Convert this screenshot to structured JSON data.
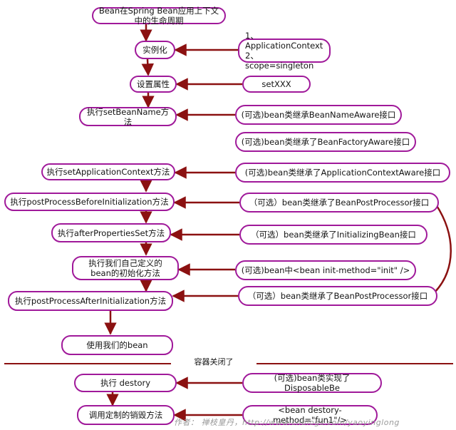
{
  "title": "Bean在Spring Bean应用上下文中的生命周期",
  "left_steps": [
    {
      "id": "instantiate",
      "label": "实例化"
    },
    {
      "id": "set-properties",
      "label": "设置属性"
    },
    {
      "id": "set-bean-name",
      "label": "执行setBeanName方法"
    },
    {
      "id": "set-application-context",
      "label": "执行setApplicationContext方法"
    },
    {
      "id": "post-process-before",
      "label": "执行postProcessBeforeInitialization方法"
    },
    {
      "id": "after-properties-set",
      "label": "执行afterPropertiesSet方法"
    },
    {
      "id": "custom-init",
      "label": "执行我们自己定义的\nbean的初始化方法"
    },
    {
      "id": "post-process-after",
      "label": "执行postProcessAfterInitialization方法"
    },
    {
      "id": "use-bean",
      "label": "使用我们的bean"
    },
    {
      "id": "destroy",
      "label": "执行 destory"
    },
    {
      "id": "custom-destroy",
      "label": "调用定制的销毁方法"
    }
  ],
  "right_notes": [
    {
      "id": "application-context",
      "label": "1、ApplicationContext\n2、scope=singleton"
    },
    {
      "id": "set-xxx",
      "label": "setXXX"
    },
    {
      "id": "bean-name-aware",
      "label": "(可选)bean类继承BeanNameAware接口"
    },
    {
      "id": "bean-factory-aware",
      "label": "(可选)bean类继承了BeanFactoryAware接口"
    },
    {
      "id": "application-context-aware",
      "label": "(可选)bean类继承了ApplicationContextAware接口"
    },
    {
      "id": "bean-post-processor-1",
      "label": "（可选）bean类继承了BeanPostProcessor接口"
    },
    {
      "id": "initializing-bean",
      "label": "（可选）bean类继承了InitializingBean接口"
    },
    {
      "id": "init-method",
      "label": "(可选)bean中<bean init-method=\"init\" />"
    },
    {
      "id": "bean-post-processor-2",
      "label": "（可选）bean类继承了BeanPostProcessor接口"
    },
    {
      "id": "disposable-bean",
      "label": "(可选)bean类实现了DisposableBe"
    },
    {
      "id": "destroy-method",
      "label": "<bean destory-method=\"fun1\"/>"
    }
  ],
  "separator_label": "容器关闭了",
  "watermark": "作者：  禅枝皇丹，http://www.cnblogs.com/yaoyinglong",
  "colors": {
    "node_border": "#a0199a",
    "arrow": "#8b1111",
    "separator": "#8b1111"
  }
}
